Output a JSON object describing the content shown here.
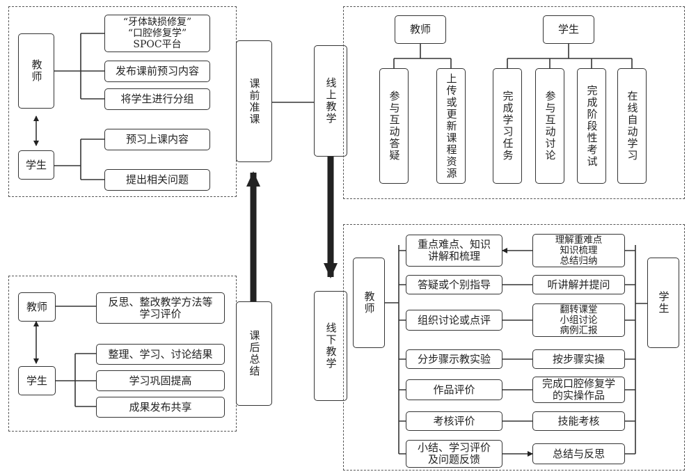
{
  "pre_class": {
    "teacher": "教师",
    "student": "学生",
    "teacher_tasks": [
      "“牙体缺损修复”\n“口腔修复学”\nSPOC平台",
      "发布课前预习内容",
      "将学生进行分组"
    ],
    "student_tasks": [
      "预习上课内容",
      "提出相关问题"
    ],
    "stage": "课前准课"
  },
  "post_class": {
    "teacher": "教师",
    "student": "学生",
    "teacher_tasks": [
      "反思、整改教学方法等\n学习评价"
    ],
    "student_tasks": [
      "整理、学习、讨论结果",
      "学习巩固提高",
      "成果发布共享"
    ],
    "stage": "课后总结"
  },
  "online": {
    "stage": "线上教学",
    "teacher": "教师",
    "student": "学生",
    "teacher_tasks": [
      "参与互动答疑",
      "上传或更新课程资源"
    ],
    "student_tasks": [
      "完成学习任务",
      "参与互动讨论",
      "完成阶段性考试",
      "在线自动学习"
    ]
  },
  "offline": {
    "stage": "线下教学",
    "teacher": "教师",
    "student": "学生",
    "rows": [
      {
        "teacher": "重点难点、知识\n讲解和梳理",
        "student": "理解重难点\n知识梳理\n总结归纳"
      },
      {
        "teacher": "答疑或个别指导",
        "student": "听讲解并提问"
      },
      {
        "teacher": "组织讨论或点评",
        "student": "翻转课堂\n小组讨论\n病例汇报"
      },
      {
        "teacher": "分步骤示教实验",
        "student": "按步骤实操"
      },
      {
        "teacher": "作品评价",
        "student": "完成口腔修复学\n的实操作品"
      },
      {
        "teacher": "考核评价",
        "student": "技能考核"
      },
      {
        "teacher": "小结、学习评价\n及问题反馈",
        "student": "总结与反思"
      }
    ]
  }
}
